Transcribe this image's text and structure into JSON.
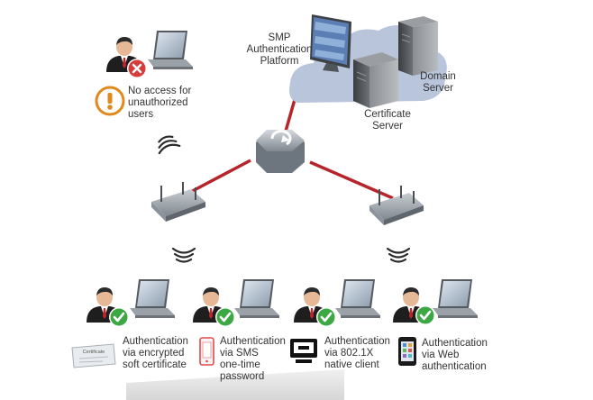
{
  "server_cloud": {
    "smp_platform": [
      "SMP",
      "Authentication",
      "Platform"
    ],
    "domain_server": [
      "Domain",
      "Server"
    ],
    "certificate_server": [
      "Certificate",
      "Server"
    ]
  },
  "no_access": [
    "No access for",
    "unauthorized",
    "users"
  ],
  "methods": [
    {
      "lines": [
        "Authentication",
        "via encrypted",
        "soft certificate"
      ],
      "icon": "certificate-icon",
      "badge": "Certificate"
    },
    {
      "lines": [
        "Authentication",
        "via SMS",
        "one-time",
        "password"
      ],
      "icon": "mobile-phone-icon"
    },
    {
      "lines": [
        "Authentication",
        "via 802.1X",
        "native client"
      ],
      "icon": "computer-monitor-icon"
    },
    {
      "lines": [
        "Authentication",
        "via Web",
        "authentication"
      ],
      "icon": "smartphone-icon"
    }
  ],
  "colors": {
    "link_line": "#b5252b",
    "cloud": "#b8c5da",
    "check": "#3ca844",
    "deny": "#d93a3a",
    "warning": "#e08a1e",
    "text": "#333333"
  }
}
